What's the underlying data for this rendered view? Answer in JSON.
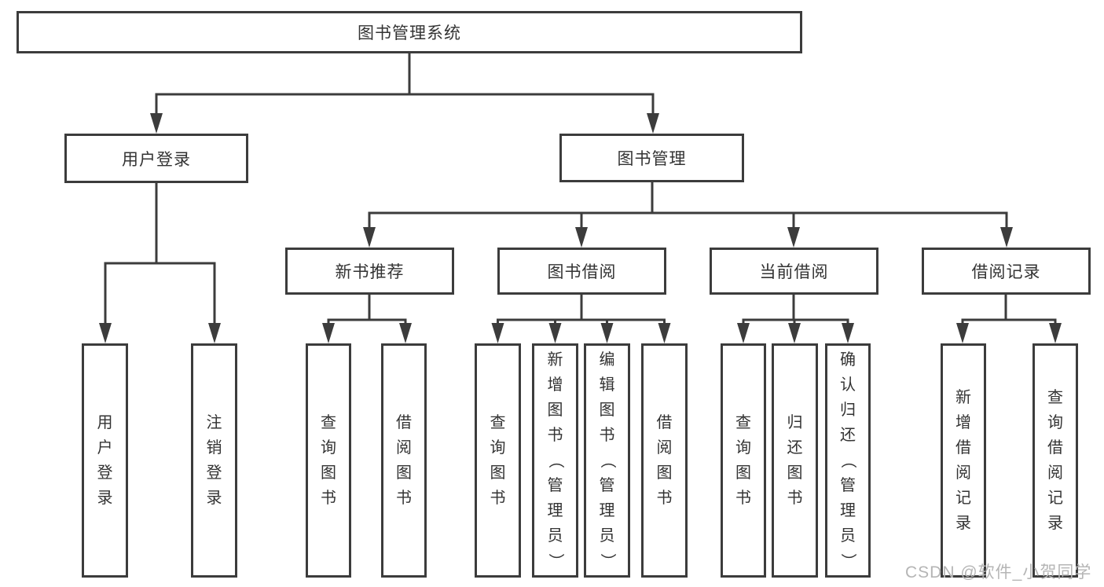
{
  "diagram": {
    "root": {
      "label": "图书管理系统",
      "children": [
        {
          "label": "用户登录",
          "children": [
            {
              "label": "用户登录"
            },
            {
              "label": "注销登录"
            }
          ]
        },
        {
          "label": "图书管理",
          "children": [
            {
              "label": "新书推荐",
              "children": [
                {
                  "label": "查询图书"
                },
                {
                  "label": "借阅图书"
                }
              ]
            },
            {
              "label": "图书借阅",
              "children": [
                {
                  "label": "查询图书"
                },
                {
                  "label": "新增图书（管理员）"
                },
                {
                  "label": "编辑图书（管理员）"
                },
                {
                  "label": "借阅图书"
                }
              ]
            },
            {
              "label": "当前借阅",
              "children": [
                {
                  "label": "查询图书"
                },
                {
                  "label": "归还图书"
                },
                {
                  "label": "确认归还（管理员）"
                }
              ]
            },
            {
              "label": "借阅记录",
              "children": [
                {
                  "label": "新增借阅记录"
                },
                {
                  "label": "查询借阅记录"
                }
              ]
            }
          ]
        }
      ]
    }
  },
  "watermark": "CSDN @软件_小贺同学",
  "colors": {
    "line": "#3c3c3c",
    "text": "#333333",
    "watermark": "#b5b5b5",
    "background": "#ffffff"
  }
}
